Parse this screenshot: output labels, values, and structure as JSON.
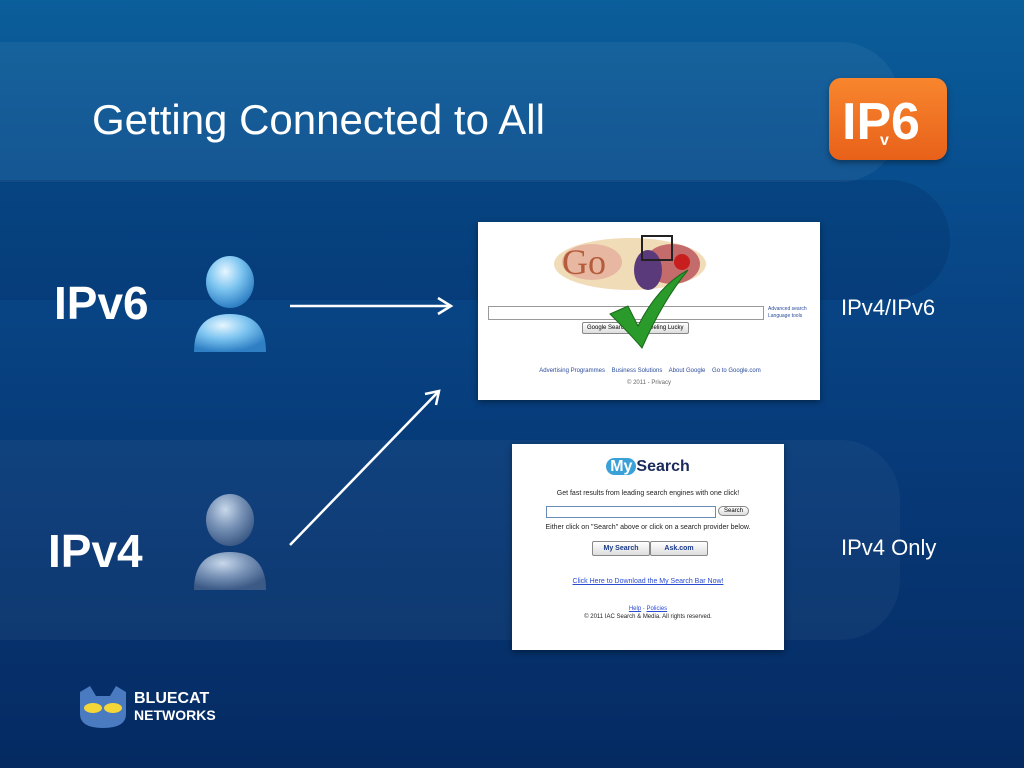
{
  "slide": {
    "title": "Getting Connected to All",
    "logo_text": "IPv6"
  },
  "left": {
    "ipv6_label": "IPv6",
    "ipv4_label": "IPv4"
  },
  "right": {
    "ipv4_ipv6_caption": "IPv4/IPv6",
    "ipv4_only_caption": "IPv4 Only"
  },
  "google": {
    "logo": "Go",
    "search_btn": "Google Search",
    "lucky_btn": "I'm Feeling Lucky",
    "advanced_search": "Advanced search",
    "language_tools": "Language tools",
    "links": [
      "Advertising Programmes",
      "Business Solutions",
      "About Google",
      "Go to Google.com"
    ],
    "copyright": "© 2011 - Privacy"
  },
  "mysearch": {
    "logo_my": "My",
    "logo_search": "Search",
    "tagline": "Get fast results from leading search engines with one click!",
    "search_btn": "Search",
    "instruction": "Either click on \"Search\" above or click on a search provider below.",
    "provider_1": "My Search",
    "provider_2": "Ask.com",
    "download_link": "Click Here to Download the My Search Bar Now!",
    "help": "Help",
    "policies": "Policies",
    "copyright": "© 2011 IAC Search & Media. All rights reserved."
  },
  "footer": {
    "brand_line1": "BLUECAT",
    "brand_line2": "NETWORKS"
  },
  "colors": {
    "ipv6_orange": "#f07a24",
    "checkmark_green": "#2a9a2a"
  }
}
